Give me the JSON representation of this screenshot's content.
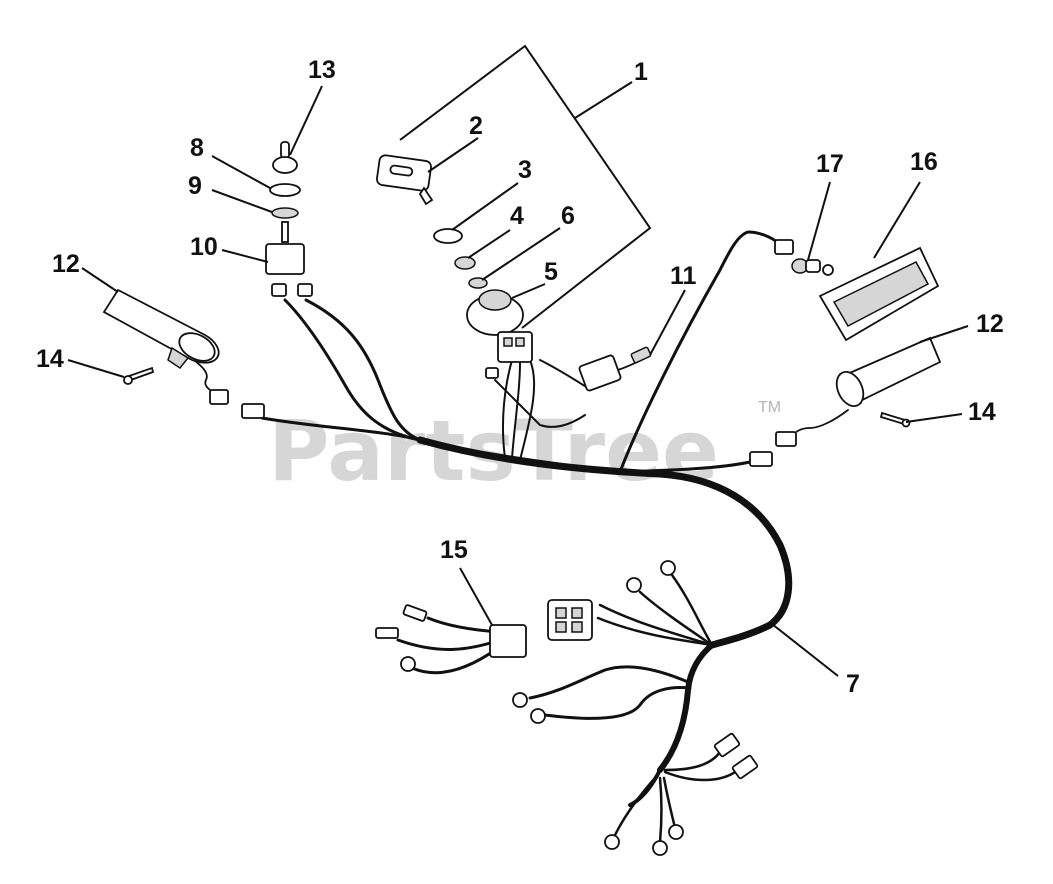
{
  "watermark": {
    "brand": "PartsTree",
    "trademark": "TM"
  },
  "callouts": {
    "c1": "1",
    "c2": "2",
    "c3": "3",
    "c4": "4",
    "c5": "5",
    "c6": "6",
    "c7": "7",
    "c8": "8",
    "c9": "9",
    "c10": "10",
    "c11": "11",
    "c12a": "12",
    "c12b": "12",
    "c13": "13",
    "c14a": "14",
    "c14b": "14",
    "c15": "15",
    "c16": "16",
    "c17": "17"
  }
}
